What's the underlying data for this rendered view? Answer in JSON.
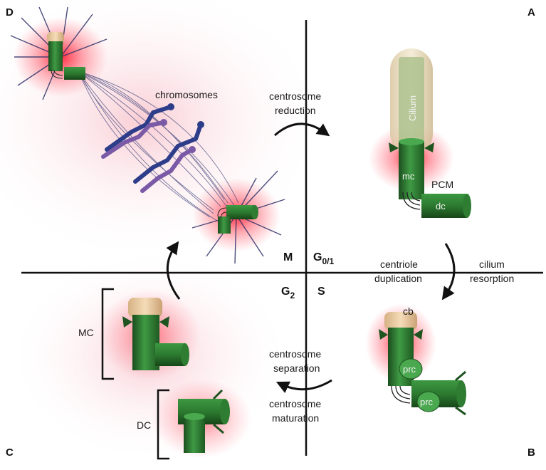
{
  "corners": {
    "a": "A",
    "b": "B",
    "c": "C",
    "d": "D"
  },
  "phases": {
    "g01_base": "G",
    "g01_sub": "0/1",
    "g2_base": "G",
    "g2_sub": "2",
    "m": "M",
    "s": "S"
  },
  "labels": {
    "chromosomes": "chromosomes",
    "centrosome_reduction_1": "centrosome",
    "centrosome_reduction_2": "reduction",
    "centriole_duplication_1": "centriole",
    "centriole_duplication_2": "duplication",
    "cilium_resorption_1": "cilium",
    "cilium_resorption_2": "resorption",
    "centrosome_separation_1": "centrosome",
    "centrosome_separation_2": "separation",
    "centrosome_maturation_1": "centrosome",
    "centrosome_maturation_2": "maturation",
    "cilium": "Cilium",
    "mc_small": "mc",
    "pcm": "PCM",
    "dc": "dc",
    "cb": "cb",
    "prc_1": "prc",
    "prc_2": "prc",
    "mc_big": "MC",
    "dc_big": "DC"
  },
  "colors": {
    "centriole": "#2f7d32",
    "centriole_dark": "#1d5420",
    "cap": "#e8c9a0",
    "glow": "#ff2a3c",
    "chromosome_blue": "#2d3d8a",
    "chromosome_purple": "#7a5aa6",
    "axis": "#111111"
  }
}
